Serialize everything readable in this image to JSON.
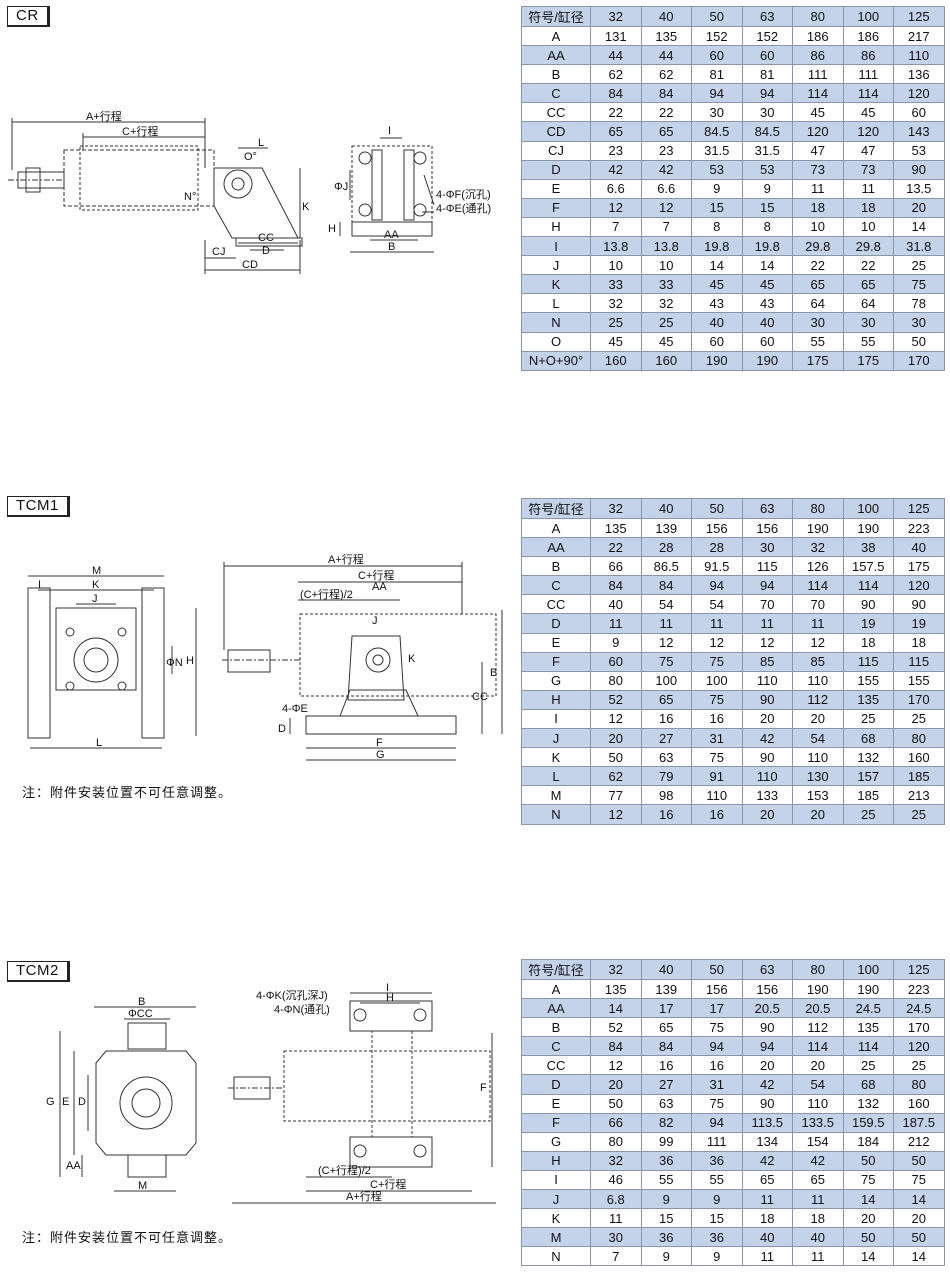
{
  "sections": [
    {
      "label": "CR",
      "note": "",
      "diagram_labels": {
        "a_stroke": "A+行程",
        "c_stroke": "C+行程",
        "o": "O°",
        "n": "N°",
        "l": "L",
        "k": "K",
        "cj": "CJ",
        "cc": "CC",
        "d": "D",
        "cd": "CD",
        "i": "I",
        "phi_j": "ΦJ",
        "f_hole": "4-ΦF(沉孔)",
        "e_hole": "4-ΦE(通孔)",
        "h": "H",
        "aa": "AA",
        "b": "B"
      },
      "table": {
        "header": [
          "符号/缸径",
          "32",
          "40",
          "50",
          "63",
          "80",
          "100",
          "125"
        ],
        "rows": [
          [
            "A",
            "131",
            "135",
            "152",
            "152",
            "186",
            "186",
            "217"
          ],
          [
            "AA",
            "44",
            "44",
            "60",
            "60",
            "86",
            "86",
            "110"
          ],
          [
            "B",
            "62",
            "62",
            "81",
            "81",
            "111",
            "111",
            "136"
          ],
          [
            "C",
            "84",
            "84",
            "94",
            "94",
            "114",
            "114",
            "120"
          ],
          [
            "CC",
            "22",
            "22",
            "30",
            "30",
            "45",
            "45",
            "60"
          ],
          [
            "CD",
            "65",
            "65",
            "84.5",
            "84.5",
            "120",
            "120",
            "143"
          ],
          [
            "CJ",
            "23",
            "23",
            "31.5",
            "31.5",
            "47",
            "47",
            "53"
          ],
          [
            "D",
            "42",
            "42",
            "53",
            "53",
            "73",
            "73",
            "90"
          ],
          [
            "E",
            "6.6",
            "6.6",
            "9",
            "9",
            "11",
            "11",
            "13.5"
          ],
          [
            "F",
            "12",
            "12",
            "15",
            "15",
            "18",
            "18",
            "20"
          ],
          [
            "H",
            "7",
            "7",
            "8",
            "8",
            "10",
            "10",
            "14"
          ],
          [
            "I",
            "13.8",
            "13.8",
            "19.8",
            "19.8",
            "29.8",
            "29.8",
            "31.8"
          ],
          [
            "J",
            "10",
            "10",
            "14",
            "14",
            "22",
            "22",
            "25"
          ],
          [
            "K",
            "33",
            "33",
            "45",
            "45",
            "65",
            "65",
            "75"
          ],
          [
            "L",
            "32",
            "32",
            "43",
            "43",
            "64",
            "64",
            "78"
          ],
          [
            "N",
            "25",
            "25",
            "40",
            "40",
            "30",
            "30",
            "30"
          ],
          [
            "O",
            "45",
            "45",
            "60",
            "60",
            "55",
            "55",
            "50"
          ],
          [
            "N+O+90°",
            "160",
            "160",
            "190",
            "190",
            "175",
            "175",
            "170"
          ]
        ]
      }
    },
    {
      "label": "TCM1",
      "note": "注：附件安装位置不可任意调整。",
      "diagram_labels": {
        "m": "M",
        "k": "K",
        "i": "I",
        "j": "J",
        "phi_n": "ΦN",
        "h": "H",
        "l": "L",
        "a_stroke": "A+行程",
        "c_stroke": "C+行程",
        "c_half": "(C+行程)/2",
        "aa": "AA",
        "j2": "J",
        "k2": "K",
        "cc": "CC",
        "b": "B",
        "e_hole": "4-ΦE",
        "d": "D",
        "f": "F",
        "g": "G"
      },
      "table": {
        "header": [
          "符号/缸径",
          "32",
          "40",
          "50",
          "63",
          "80",
          "100",
          "125"
        ],
        "rows": [
          [
            "A",
            "135",
            "139",
            "156",
            "156",
            "190",
            "190",
            "223"
          ],
          [
            "AA",
            "22",
            "28",
            "28",
            "30",
            "32",
            "38",
            "40"
          ],
          [
            "B",
            "66",
            "86.5",
            "91.5",
            "115",
            "126",
            "157.5",
            "175"
          ],
          [
            "C",
            "84",
            "84",
            "94",
            "94",
            "114",
            "114",
            "120"
          ],
          [
            "CC",
            "40",
            "54",
            "54",
            "70",
            "70",
            "90",
            "90"
          ],
          [
            "D",
            "11",
            "11",
            "11",
            "11",
            "11",
            "19",
            "19"
          ],
          [
            "E",
            "9",
            "12",
            "12",
            "12",
            "12",
            "18",
            "18"
          ],
          [
            "F",
            "60",
            "75",
            "75",
            "85",
            "85",
            "115",
            "115"
          ],
          [
            "G",
            "80",
            "100",
            "100",
            "110",
            "110",
            "155",
            "155"
          ],
          [
            "H",
            "52",
            "65",
            "75",
            "90",
            "112",
            "135",
            "170"
          ],
          [
            "I",
            "12",
            "16",
            "16",
            "20",
            "20",
            "25",
            "25"
          ],
          [
            "J",
            "20",
            "27",
            "31",
            "42",
            "54",
            "68",
            "80"
          ],
          [
            "K",
            "50",
            "63",
            "75",
            "90",
            "110",
            "132",
            "160"
          ],
          [
            "L",
            "62",
            "79",
            "91",
            "110",
            "130",
            "157",
            "185"
          ],
          [
            "M",
            "77",
            "98",
            "110",
            "133",
            "153",
            "185",
            "213"
          ],
          [
            "N",
            "12",
            "16",
            "16",
            "20",
            "20",
            "25",
            "25"
          ]
        ]
      }
    },
    {
      "label": "TCM2",
      "note": "注：附件安装位置不可任意调整。",
      "diagram_labels": {
        "b": "B",
        "phi_cc": "ΦCC",
        "g": "G",
        "e": "E",
        "d": "D",
        "aa": "AA",
        "m": "M",
        "k_hole": "4-ΦK(沉孔深J)",
        "n_hole": "4-ΦN(通孔)",
        "i": "I",
        "h": "H",
        "f": "F",
        "c_half": "(C+行程)/2",
        "c_stroke": "C+行程",
        "a_stroke": "A+行程"
      },
      "table": {
        "header": [
          "符号/缸径",
          "32",
          "40",
          "50",
          "63",
          "80",
          "100",
          "125"
        ],
        "rows": [
          [
            "A",
            "135",
            "139",
            "156",
            "156",
            "190",
            "190",
            "223"
          ],
          [
            "AA",
            "14",
            "17",
            "17",
            "20.5",
            "20.5",
            "24.5",
            "24.5"
          ],
          [
            "B",
            "52",
            "65",
            "75",
            "90",
            "112",
            "135",
            "170"
          ],
          [
            "C",
            "84",
            "84",
            "94",
            "94",
            "114",
            "114",
            "120"
          ],
          [
            "CC",
            "12",
            "16",
            "16",
            "20",
            "20",
            "25",
            "25"
          ],
          [
            "D",
            "20",
            "27",
            "31",
            "42",
            "54",
            "68",
            "80"
          ],
          [
            "E",
            "50",
            "63",
            "75",
            "90",
            "110",
            "132",
            "160"
          ],
          [
            "F",
            "66",
            "82",
            "94",
            "113.5",
            "133.5",
            "159.5",
            "187.5"
          ],
          [
            "G",
            "80",
            "99",
            "111",
            "134",
            "154",
            "184",
            "212"
          ],
          [
            "H",
            "32",
            "36",
            "36",
            "42",
            "42",
            "50",
            "50"
          ],
          [
            "I",
            "46",
            "55",
            "55",
            "65",
            "65",
            "75",
            "75"
          ],
          [
            "J",
            "6.8",
            "9",
            "9",
            "11",
            "11",
            "14",
            "14"
          ],
          [
            "K",
            "11",
            "15",
            "15",
            "18",
            "18",
            "20",
            "20"
          ],
          [
            "M",
            "30",
            "36",
            "36",
            "40",
            "40",
            "50",
            "50"
          ],
          [
            "N",
            "7",
            "9",
            "9",
            "11",
            "11",
            "14",
            "14"
          ]
        ]
      }
    }
  ]
}
